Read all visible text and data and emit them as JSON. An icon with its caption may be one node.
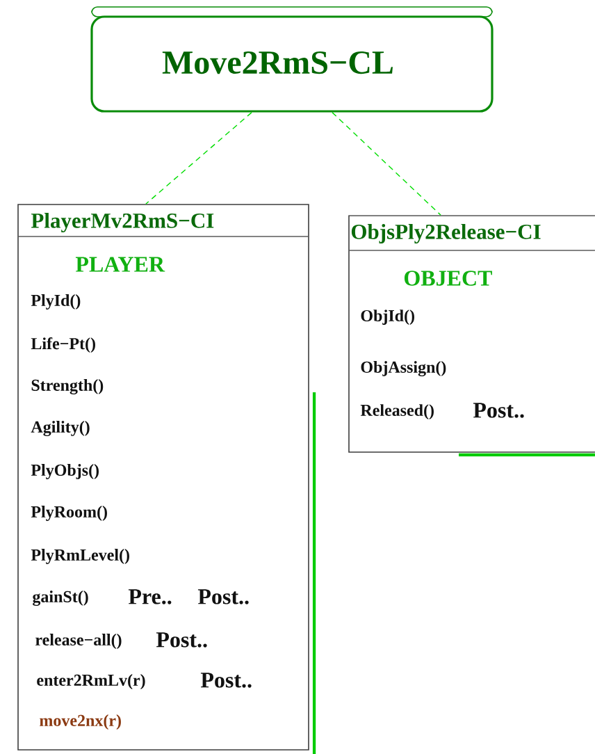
{
  "diagram": {
    "nodes": [
      {
        "text": [
          "Move2RmS−CL"
        ]
      },
      {
        "text": [
          "PlayerMv2RmS−CI",
          "PLAYER",
          "PlyId()",
          "Life−Pt()",
          "Strength()",
          "Agility()",
          "PlyObjs()",
          "PlyRoom()",
          "PlyRmLevel()",
          "gainSt()",
          "Pre..",
          "Post..",
          "release−all()",
          "Post..",
          "enter2RmLv(r)",
          "Post..",
          "move2nx(r)"
        ]
      },
      {
        "text": [
          "ObjsPly2Release−CI",
          "OBJECT",
          "ObjId()",
          "ObjAssign()",
          "Released()",
          "Post.."
        ]
      }
    ],
    "edges": [
      {
        "from": 0,
        "to": 1,
        "arrow": "none",
        "style": "dashed"
      },
      {
        "from": 0,
        "to": 2,
        "arrow": "none",
        "style": "dashed"
      }
    ]
  }
}
